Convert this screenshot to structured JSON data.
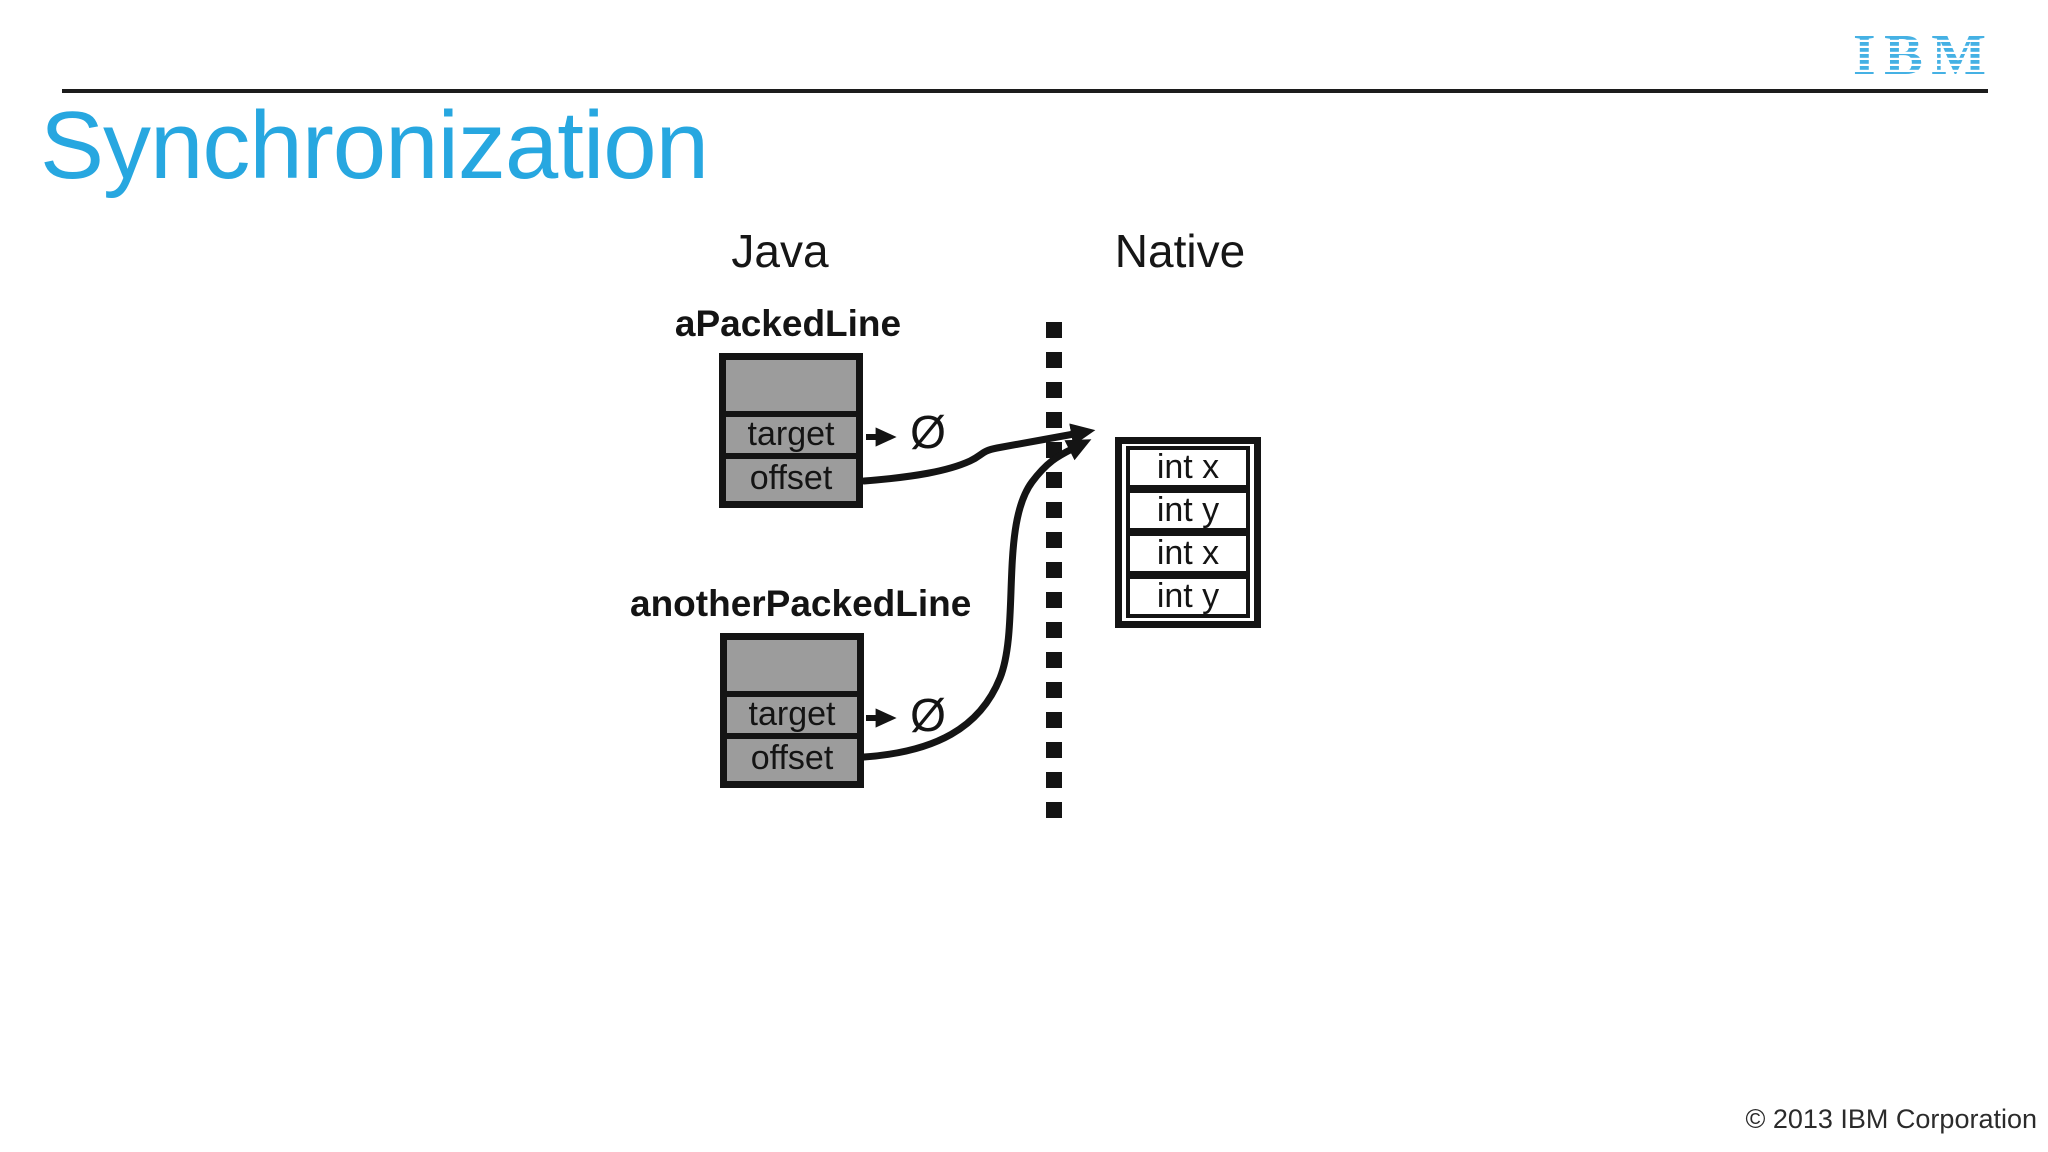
{
  "page": {
    "logo": "IBM",
    "title": "Synchronization",
    "copyright": "© 2013 IBM Corporation"
  },
  "diagram": {
    "left_column_header": "Java",
    "right_column_header": "Native",
    "objects": [
      {
        "label": "aPackedLine",
        "fields": [
          {
            "name": "target",
            "value": "Ø"
          },
          {
            "name": "offset"
          }
        ]
      },
      {
        "label": "anotherPackedLine",
        "fields": [
          {
            "name": "target",
            "value": "Ø"
          },
          {
            "name": "offset"
          }
        ]
      }
    ],
    "native_struct": {
      "cells": [
        "int x",
        "int y",
        "int x",
        "int y"
      ]
    },
    "colors": {
      "accent_cyan": "#27a7e0",
      "logo_blue": "#45b1e4",
      "object_fill": "#9c9c9c",
      "ink": "#141414"
    }
  }
}
